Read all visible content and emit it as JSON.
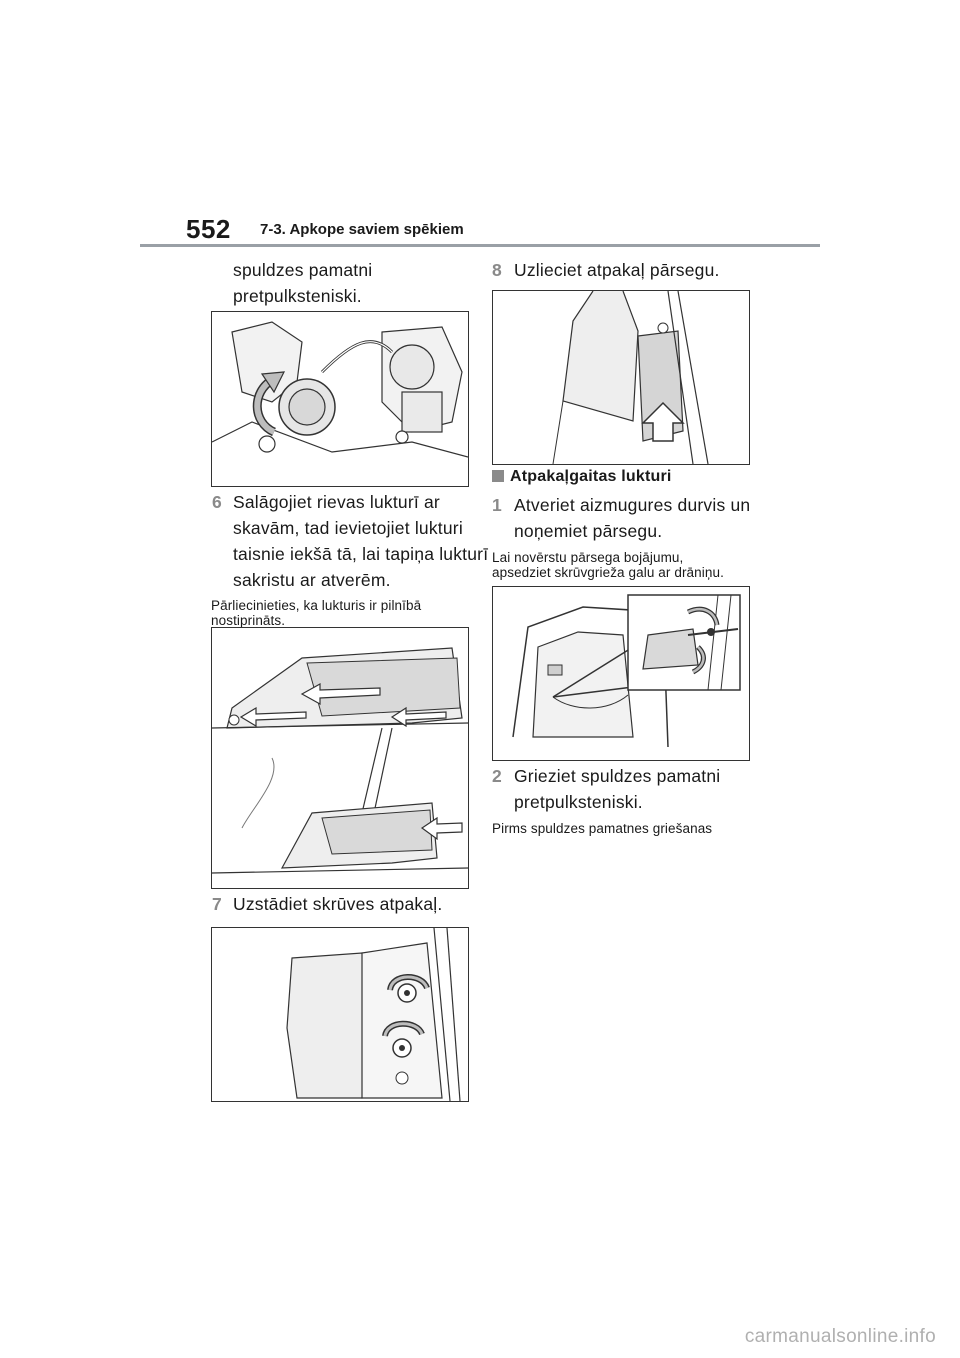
{
  "header": {
    "page_number": "552",
    "section": "7-3. Apkope saviem spēkiem"
  },
  "left_column": {
    "continuation_line1": "spuldzes pamatni",
    "continuation_line2": "pretpulksteniski.",
    "step6": {
      "number": "6",
      "line1": "Salāgojiet rievas lukturī ar",
      "line2": "skavām, tad ievietojiet lukturi",
      "line3": "taisnie iekšā tā, lai tapiņa lukturī",
      "line4": "sakristu ar atverēm."
    },
    "note_line1": "Pārliecinieties, ka lukturis ir pilnībā",
    "note_line2": "nostiprināts.",
    "step7": {
      "number": "7",
      "text": "Uzstādiet skrūves atpakaļ."
    }
  },
  "right_column": {
    "step8": {
      "number": "8",
      "text": "Uzlieciet atpakaļ pārsegu."
    },
    "section_heading": "Atpakaļgaitas lukturi",
    "step1": {
      "number": "1",
      "line1": "Atveriet aizmugures durvis un",
      "line2": "noņemiet pārsegu."
    },
    "note_line1": "Lai novērstu pārsega bojājumu,",
    "note_line2": "apsedziet skrūvgrieža galu ar drāniņu.",
    "step2": {
      "number": "2",
      "line1": "Grieziet spuldzes pamatni",
      "line2": "pretpulksteniski."
    },
    "trailing_note": "Pirms spuldzes pamatnes griešanas"
  },
  "footer": {
    "watermark": "carmanualsonline.info"
  },
  "colors": {
    "accent_gray": "#8a8a8a",
    "rule_gray": "#9aa0a6",
    "figure_border": "#333333",
    "watermark_gray": "#b0b0b0"
  }
}
